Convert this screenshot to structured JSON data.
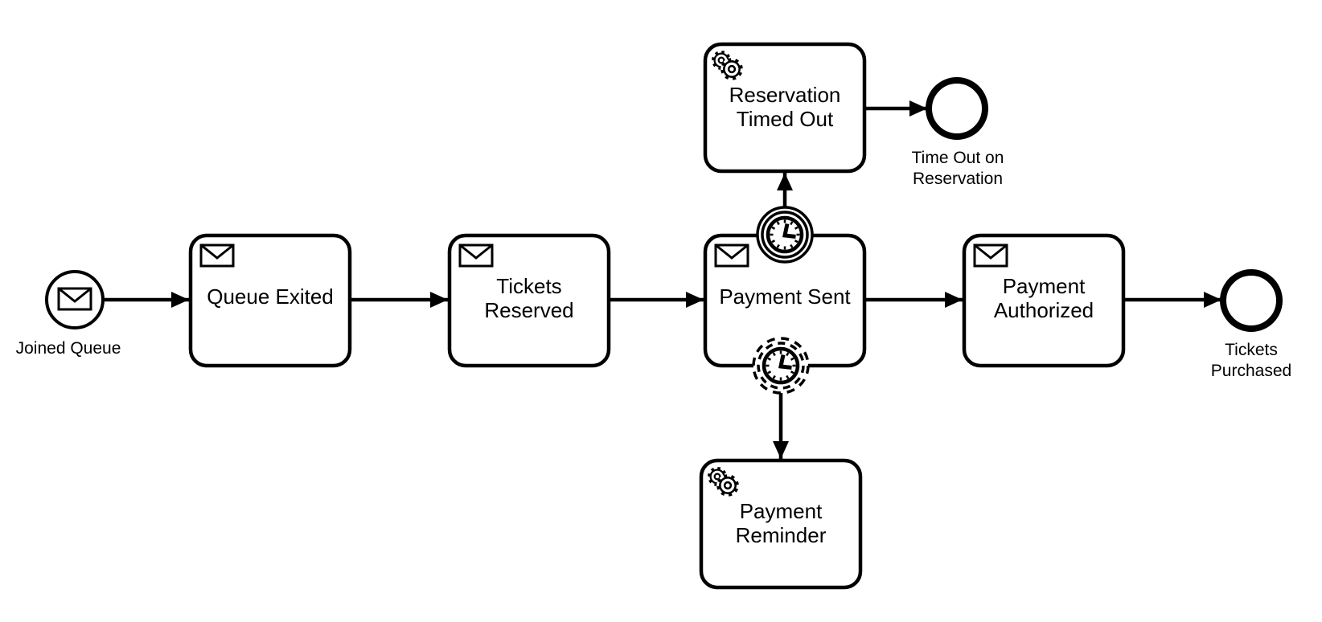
{
  "colors": {
    "stroke": "#000000",
    "shape_fill": "#ffffff",
    "background": "#ffffff"
  },
  "start_event": {
    "label": "Joined Queue",
    "type": "message-start-event",
    "icon": "message-envelope-icon"
  },
  "tasks": [
    {
      "label": "Queue Exited",
      "lines": [
        "Queue Exited"
      ],
      "icon": "message-envelope-icon",
      "type": "receive-task"
    },
    {
      "label": "Tickets Reserved",
      "lines": [
        "Tickets",
        "Reserved"
      ],
      "icon": "message-envelope-icon",
      "type": "receive-task"
    },
    {
      "label": "Payment Sent",
      "lines": [
        "Payment Sent"
      ],
      "icon": "message-envelope-icon",
      "type": "receive-task"
    },
    {
      "label": "Payment Authorized",
      "lines": [
        "Payment",
        "Authorized"
      ],
      "icon": "message-envelope-icon",
      "type": "receive-task"
    },
    {
      "label": "Reservation Timed Out",
      "lines": [
        "Reservation",
        "Timed Out"
      ],
      "icon": "service-gear-icon",
      "type": "service-task"
    },
    {
      "label": "Payment Reminder",
      "lines": [
        "Payment",
        "Reminder"
      ],
      "icon": "service-gear-icon",
      "type": "service-task"
    }
  ],
  "boundary_events": [
    {
      "type": "timer-boundary-interrupting",
      "icon": "timer-clock-icon",
      "attached_to": "Payment Sent",
      "target": "Reservation Timed Out"
    },
    {
      "type": "timer-boundary-non-interrupting",
      "icon": "timer-clock-icon",
      "attached_to": "Payment Sent",
      "target": "Payment Reminder"
    }
  ],
  "end_events": [
    {
      "label": "Time Out on Reservation",
      "lines": [
        "Time Out on",
        "Reservation"
      ]
    },
    {
      "label": "Tickets Purchased",
      "lines": [
        "Tickets",
        "Purchased"
      ]
    }
  ],
  "flows": [
    {
      "from": "Joined Queue",
      "to": "Queue Exited"
    },
    {
      "from": "Queue Exited",
      "to": "Tickets Reserved"
    },
    {
      "from": "Tickets Reserved",
      "to": "Payment Sent"
    },
    {
      "from": "Payment Sent",
      "to": "Payment Authorized"
    },
    {
      "from": "Payment Authorized",
      "to": "Tickets Purchased"
    },
    {
      "from": "Payment Sent interrupting timer",
      "to": "Reservation Timed Out"
    },
    {
      "from": "Reservation Timed Out",
      "to": "Time Out on Reservation"
    },
    {
      "from": "Payment Sent non-interrupting timer",
      "to": "Payment Reminder"
    }
  ]
}
